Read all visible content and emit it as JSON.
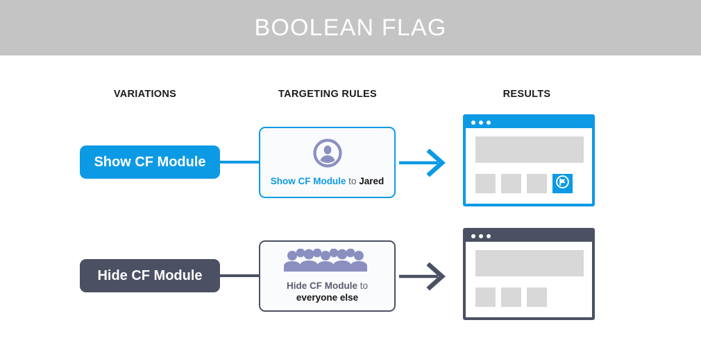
{
  "header": {
    "title": "BOOLEAN FLAG",
    "background_color": "#c4c4c4",
    "text_color": "#ffffff"
  },
  "columns": {
    "variations": "VARIATIONS",
    "targeting_rules": "TARGETING RULES",
    "results": "RESULTS"
  },
  "colors": {
    "accent_blue": "#0d9ae5",
    "slate": "#4b5063",
    "icon_purple": "#8b8fc0",
    "placeholder_gray": "#d8d8d8",
    "card_background": "#fafbfd"
  },
  "rows": [
    {
      "variation_label": "Show CF Module",
      "variation_color": "#0d9ae5",
      "rule_icon": "single-user-icon",
      "rule_text": {
        "subject": "Show CF Module",
        "connector": "to",
        "target": "Jared"
      },
      "arrow_color": "#0d9ae5",
      "result": {
        "window_color": "#0d9ae5",
        "dots": 3,
        "tiles": 4,
        "flag_tile_index": 3,
        "flag_icon": "cf-flag-circle-icon"
      }
    },
    {
      "variation_label": "Hide CF Module",
      "variation_color": "#4b5063",
      "rule_icon": "crowd-of-people-icon",
      "rule_text": {
        "subject": "Hide CF Module",
        "connector": "to",
        "target": "everyone else"
      },
      "arrow_color": "#4b5063",
      "result": {
        "window_color": "#4b5063",
        "dots": 3,
        "tiles": 3,
        "flag_tile_index": -1,
        "flag_icon": null
      }
    }
  ]
}
